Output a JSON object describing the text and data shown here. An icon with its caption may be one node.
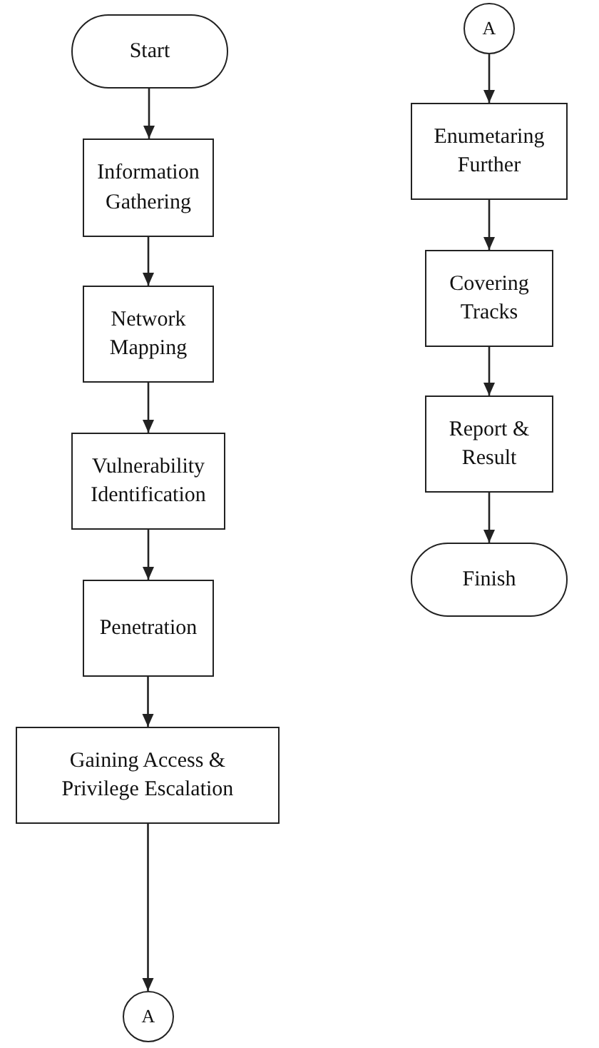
{
  "diagram": {
    "nodes": [
      {
        "text": [
          "Start"
        ]
      },
      {
        "text": [
          "Information Gathering"
        ]
      },
      {
        "text": [
          "Network Mapping"
        ]
      },
      {
        "text": [
          "Vulnerability Identification"
        ]
      },
      {
        "text": [
          "Penetration"
        ]
      },
      {
        "text": [
          "Gaining Access & Privilege Escalation"
        ]
      },
      {
        "text": [
          "A"
        ]
      },
      {
        "text": [
          "A"
        ]
      },
      {
        "text": [
          "Enumetaring Further"
        ]
      },
      {
        "text": [
          "Covering Tracks"
        ]
      },
      {
        "text": [
          "Report & Result"
        ]
      },
      {
        "text": [
          "Finish"
        ]
      }
    ],
    "edges": [
      {
        "from": 0,
        "to": 1,
        "arrow": "to"
      },
      {
        "from": 1,
        "to": 2,
        "arrow": "to"
      },
      {
        "from": 2,
        "to": 3,
        "arrow": "to"
      },
      {
        "from": 3,
        "to": 4,
        "arrow": "to"
      },
      {
        "from": 4,
        "to": 5,
        "arrow": "to"
      },
      {
        "from": 5,
        "to": 6,
        "arrow": "to"
      },
      {
        "from": 7,
        "to": 8,
        "arrow": "to"
      },
      {
        "from": 8,
        "to": 9,
        "arrow": "to"
      },
      {
        "from": 9,
        "to": 10,
        "arrow": "to"
      },
      {
        "from": 10,
        "to": 11,
        "arrow": "to"
      }
    ]
  }
}
